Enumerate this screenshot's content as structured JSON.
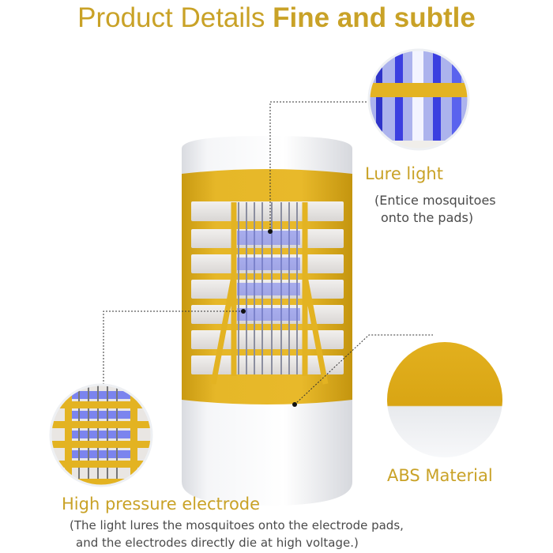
{
  "header": {
    "title_light": "Product Details ",
    "title_bold": "Fine and subtle"
  },
  "callouts": {
    "lure_light": {
      "title": "Lure light",
      "desc_line1": "(Entice mosquitoes",
      "desc_line2": "onto the pads)"
    },
    "abs_material": {
      "title": "ABS Material"
    },
    "high_pressure_electrode": {
      "title": "High pressure electrode",
      "desc_line1": "(The light lures the mosquitoes onto the electrode pads,",
      "desc_line2": "and the electrodes directly die at high voltage.)"
    }
  },
  "colors": {
    "accent": "#c9a227",
    "housing_yellow": "#e3b322",
    "body_white": "#f4f5f7",
    "uv_blue": "#5a6cf0",
    "text_gray": "#4a4a4a"
  }
}
